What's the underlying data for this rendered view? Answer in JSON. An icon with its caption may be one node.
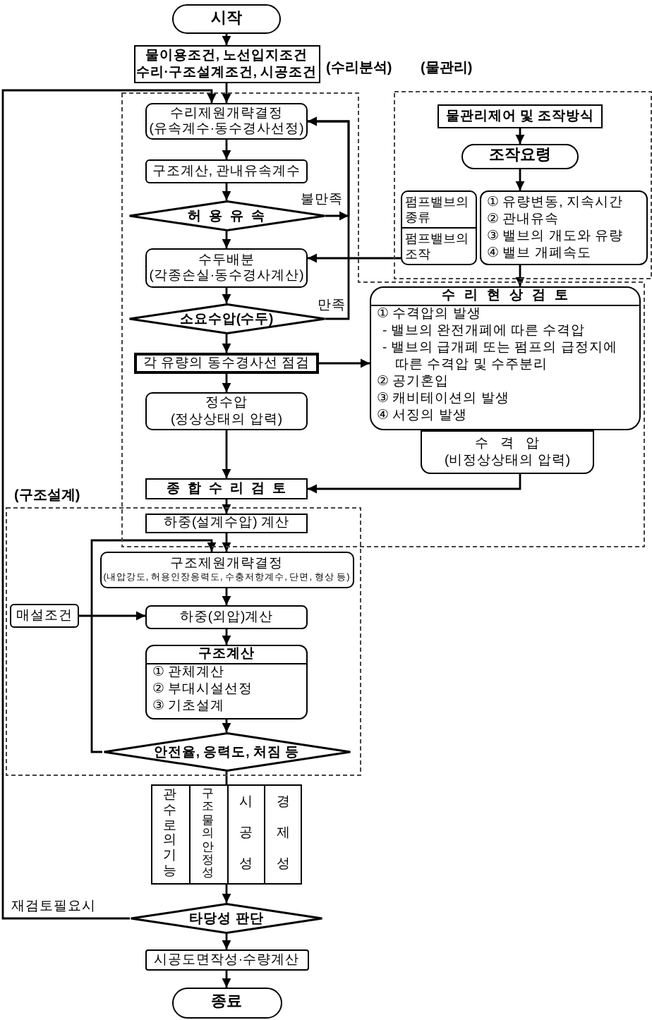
{
  "diagram": {
    "nodes": [
      {
        "text": [
          "시작"
        ]
      },
      {
        "text": [
          "물이용조건, 노선입지조건 수리·구조설계조건, 시공조건"
        ]
      },
      {
        "text": [
          "(수리분석)"
        ]
      },
      {
        "text": [
          "수리제원개략결정",
          "(유속계수·동수경사선정)"
        ],
        "in": 2
      },
      {
        "text": [
          "구조계산, 관내유속계수"
        ],
        "in": 2
      },
      {
        "text": [
          "허용유속"
        ],
        "in": 2
      },
      {
        "text": [
          "수두배분",
          "(각종손실·동수경사계산)"
        ],
        "in": 2
      },
      {
        "text": [
          "소요수압(수두)"
        ],
        "in": 2
      },
      {
        "text": [
          "각 유량의 동수경사선 점검"
        ],
        "in": 2
      },
      {
        "text": [
          "정수압",
          "(정상상태의 압력)"
        ],
        "in": 2
      },
      {
        "text": [
          "종합수리검토"
        ],
        "in": 2
      },
      {
        "text": [
          "수리현상검토",
          "① 수격압의 발생",
          "- 밸브의 완전개폐에 따른 수격압",
          "- 밸브의 급개폐 또는 펌프의 급정지에 따른 수격압 및 수주분리",
          "② 공기혼입",
          "③ 캐비테이션의 발생",
          "④ 서징의 발생"
        ],
        "in": 2
      },
      {
        "text": [
          "수격압",
          "(비정상상태의 압력)"
        ],
        "in": 2
      },
      {
        "text": [
          "(물관리)"
        ]
      },
      {
        "text": [
          "물관리제어 및 조작방식"
        ],
        "in": 13
      },
      {
        "text": [
          "조작요령"
        ],
        "in": 13
      },
      {
        "text": [
          "펌프밸브의 종류",
          "펌프밸브의 조작"
        ],
        "in": 13
      },
      {
        "text": [
          "① 유량변동, 지속시간",
          "② 관내유속",
          "③ 밸브의 개도와 유량",
          "④ 밸브 개폐속도"
        ],
        "in": 13
      },
      {
        "text": [
          "하중(설계수압) 계산"
        ]
      },
      {
        "text": [
          "(구조설계)"
        ]
      },
      {
        "text": [
          "구조제원개략결정",
          "(내압강도, 허용인장응력도, 수충저항계수, 단면, 형상 등)"
        ],
        "in": 19
      },
      {
        "text": [
          "매설조건"
        ],
        "in": 19
      },
      {
        "text": [
          "하중(외압)계산"
        ],
        "in": 19
      },
      {
        "text": [
          "구조계산",
          "① 관체계산",
          "② 부대시설선정",
          "③ 기초설계"
        ],
        "in": 19
      },
      {
        "text": [
          "안전율, 응력도, 처짐 등"
        ],
        "in": 19
      },
      {
        "text": [],
        "shape": "box"
      },
      {
        "text": [
          "관수로의 기능"
        ],
        "in": 25
      },
      {
        "text": [
          "구조물의 안정성"
        ],
        "in": 25
      },
      {
        "text": [
          "시공성"
        ],
        "in": 25
      },
      {
        "text": [
          "경제성"
        ],
        "in": 25
      },
      {
        "text": [
          "타당성 판단"
        ]
      },
      {
        "text": [
          "시공도면작성·수량계산"
        ]
      },
      {
        "text": [
          "종료"
        ]
      }
    ],
    "edges": [
      {
        "from": 0,
        "to": 1,
        "arrow": "to"
      },
      {
        "from": 1,
        "to": 3,
        "arrow": "to"
      },
      {
        "from": 3,
        "to": 4,
        "arrow": "to"
      },
      {
        "from": 4,
        "to": 5,
        "arrow": "to"
      },
      {
        "from": 5,
        "to": 3,
        "arrow": "to",
        "label": "불만족"
      },
      {
        "from": 5,
        "to": 6,
        "arrow": "to"
      },
      {
        "from": 6,
        "to": 7,
        "arrow": "to"
      },
      {
        "from": 7,
        "to": 3,
        "arrow": "to",
        "label": "만족"
      },
      {
        "from": 7,
        "to": 8,
        "arrow": "to"
      },
      {
        "from": 8,
        "to": 9,
        "arrow": "to"
      },
      {
        "from": 9,
        "to": 10,
        "arrow": "to"
      },
      {
        "from": 8,
        "to": 11,
        "arrow": "to"
      },
      {
        "from": 12,
        "to": 10,
        "arrow": "to"
      },
      {
        "from": 14,
        "to": 15,
        "arrow": "to"
      },
      {
        "from": 15,
        "to": 17,
        "arrow": "to"
      },
      {
        "from": 17,
        "to": 11,
        "arrow": "to"
      },
      {
        "from": 16,
        "to": 6,
        "arrow": "to"
      },
      {
        "from": 10,
        "to": 18,
        "arrow": "to"
      },
      {
        "from": 18,
        "to": 20,
        "arrow": "to"
      },
      {
        "from": 24,
        "to": 20,
        "arrow": "to"
      },
      {
        "from": 21,
        "to": 22,
        "arrow": "to"
      },
      {
        "from": 20,
        "to": 22,
        "arrow": "to"
      },
      {
        "from": 22,
        "to": 23,
        "arrow": "to"
      },
      {
        "from": 23,
        "to": 24,
        "arrow": "to"
      },
      {
        "from": 24,
        "to": 25,
        "arrow": "none"
      },
      {
        "from": 25,
        "to": 30,
        "arrow": "to"
      },
      {
        "from": 30,
        "to": 3,
        "arrow": "to",
        "label": "재검토필요시"
      },
      {
        "from": 30,
        "to": 31,
        "arrow": "to"
      },
      {
        "from": 31,
        "to": 32,
        "arrow": "to"
      }
    ]
  }
}
